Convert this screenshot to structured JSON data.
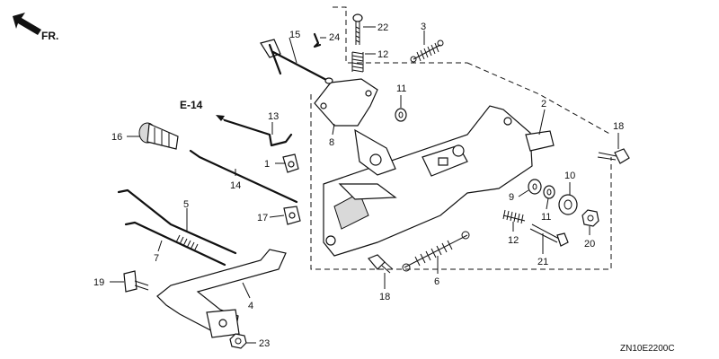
{
  "diagram": {
    "orientation_label": "FR.",
    "reference_label": "E-14",
    "drawing_code": "ZN10E2200C",
    "callouts": [
      "1",
      "2",
      "3",
      "4",
      "5",
      "6",
      "7",
      "8",
      "9",
      "10",
      "11",
      "11",
      "12",
      "12",
      "13",
      "14",
      "15",
      "16",
      "17",
      "18",
      "18",
      "19",
      "20",
      "21",
      "22",
      "23",
      "24"
    ]
  }
}
